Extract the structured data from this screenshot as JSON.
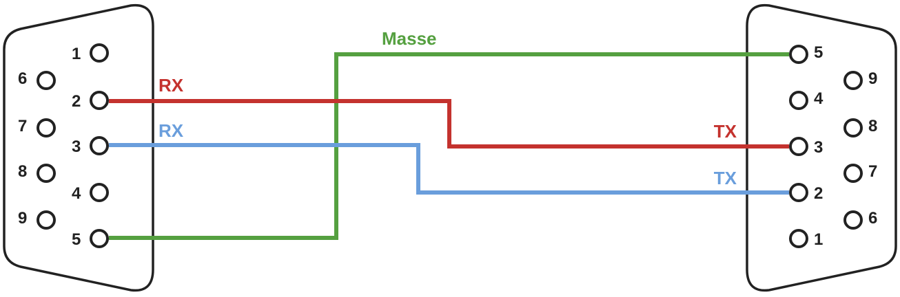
{
  "colors": {
    "ground": "#55a040",
    "rx_tx_red": "#c4322e",
    "rx_tx_blue": "#6a9edc",
    "outline": "#222222"
  },
  "left_connector": {
    "pins": [
      "1",
      "2",
      "3",
      "4",
      "5",
      "6",
      "7",
      "8",
      "9"
    ]
  },
  "right_connector": {
    "pins": [
      "1",
      "2",
      "3",
      "4",
      "5",
      "6",
      "7",
      "8",
      "9"
    ]
  },
  "wires": [
    {
      "label": "Masse",
      "color": "#55a040",
      "from_pin": "5",
      "to_pin": "5"
    },
    {
      "label": "RX",
      "right_label": "TX",
      "color": "#c4322e",
      "from_pin": "2",
      "to_pin": "3"
    },
    {
      "label": "RX",
      "right_label": "TX",
      "color": "#6a9edc",
      "from_pin": "3",
      "to_pin": "2"
    }
  ]
}
